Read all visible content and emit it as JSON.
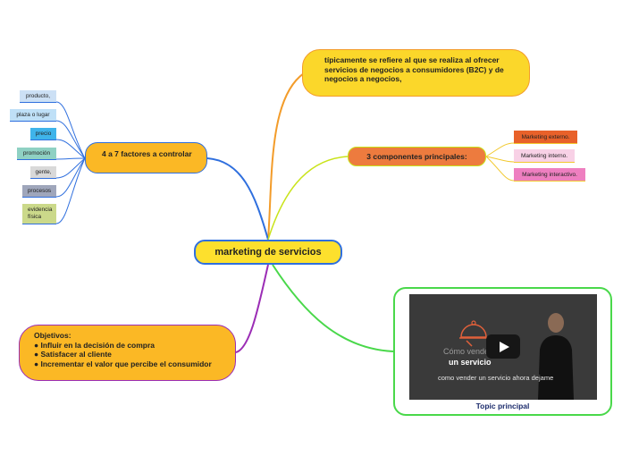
{
  "central": {
    "label": "marketing de servicios"
  },
  "top_node": {
    "text": "típicamente se refiere al que se realiza al ofrecer servicios de negocios a consumidores (B2C) y de negocios a negocios,"
  },
  "left_node": {
    "text": "4 a 7 factores a controlar"
  },
  "factors": [
    {
      "label": "producto,",
      "color": "#cce0f5"
    },
    {
      "label": "plaza o lugar",
      "color": "#bfe0f7"
    },
    {
      "label": "precio",
      "color": "#3fb4ea"
    },
    {
      "label": "promoción",
      "color": "#8fd1c3"
    },
    {
      "label": "gente,",
      "color": "#d9d9d9"
    },
    {
      "label": "procesos",
      "color": "#9fa6bb"
    },
    {
      "label": "evidencia física",
      "color": "#cbd98a"
    }
  ],
  "components_node": {
    "label": "3 componentes principales:"
  },
  "components": [
    {
      "label": "Marketing externo.",
      "color": "#e8612a"
    },
    {
      "label": "Marketing interno.",
      "color": "#f8d1e6"
    },
    {
      "label": "Marketing interactivo.",
      "color": "#ee7fc0"
    }
  ],
  "objectives": {
    "title": "Objetivos:",
    "items": [
      "● Influir en la decisión de compra",
      "● Satisfacer al cliente",
      "● Incrementar el valor que percibe el consumidor"
    ]
  },
  "video": {
    "title_line1": "Cómo vender",
    "title_line2": "un servicio",
    "subtitle": "como vender un servicio ahora dejame",
    "caption": "Topic principal"
  },
  "colors": {
    "branch_blue": "#2f6fde",
    "branch_orange": "#f39c2a",
    "branch_yellowgreen": "#c9e31a",
    "branch_purple": "#9b2db5",
    "branch_green": "#49d84a"
  }
}
